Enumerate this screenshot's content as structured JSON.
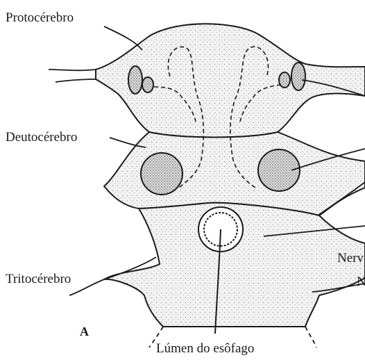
{
  "labels": {
    "protocerebro": "Protocérebro",
    "deutocerebro": "Deutocérebro",
    "tritocerebro": "Tritocérebro",
    "lumen": "Lúmen do esôfago",
    "nerv": "Nerv",
    "n_fragment": "N",
    "panel": "A"
  },
  "colors": {
    "ink": "#1a1a1a",
    "tissue": "#eaeaea",
    "background": "#ffffff"
  }
}
